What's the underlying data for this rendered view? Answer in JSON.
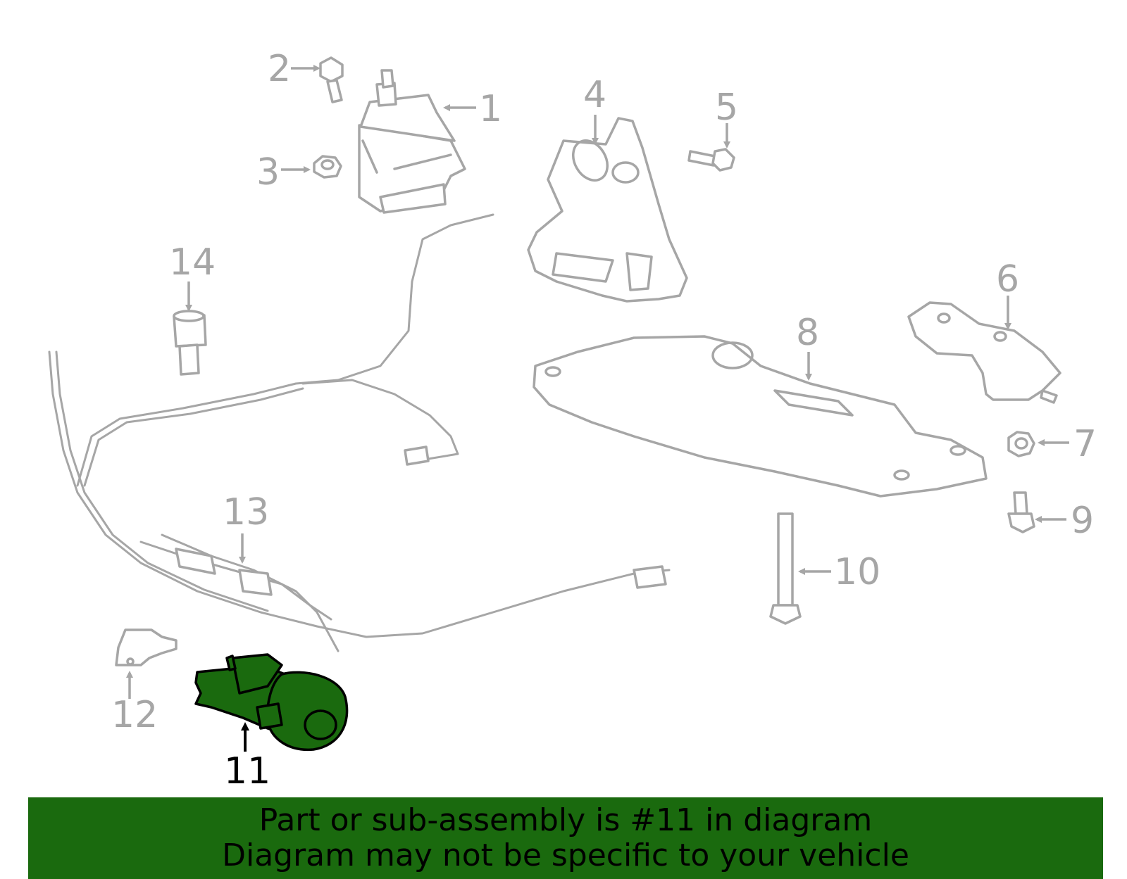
{
  "callouts": {
    "c1": "1",
    "c2": "2",
    "c3": "3",
    "c4": "4",
    "c5": "5",
    "c6": "6",
    "c7": "7",
    "c8": "8",
    "c9": "9",
    "c10": "10",
    "c11": "11",
    "c12": "12",
    "c13": "13",
    "c14": "14"
  },
  "highlight": {
    "part_number": "11",
    "color": "#1a6a0e"
  },
  "banner": {
    "line1": "Part or sub-assembly is #11 in diagram",
    "line2": "Diagram may not be specific to your vehicle"
  },
  "colors": {
    "line_gray": "#a6a6a6",
    "banner_green": "#1a6a0e",
    "text_black": "#000000"
  }
}
